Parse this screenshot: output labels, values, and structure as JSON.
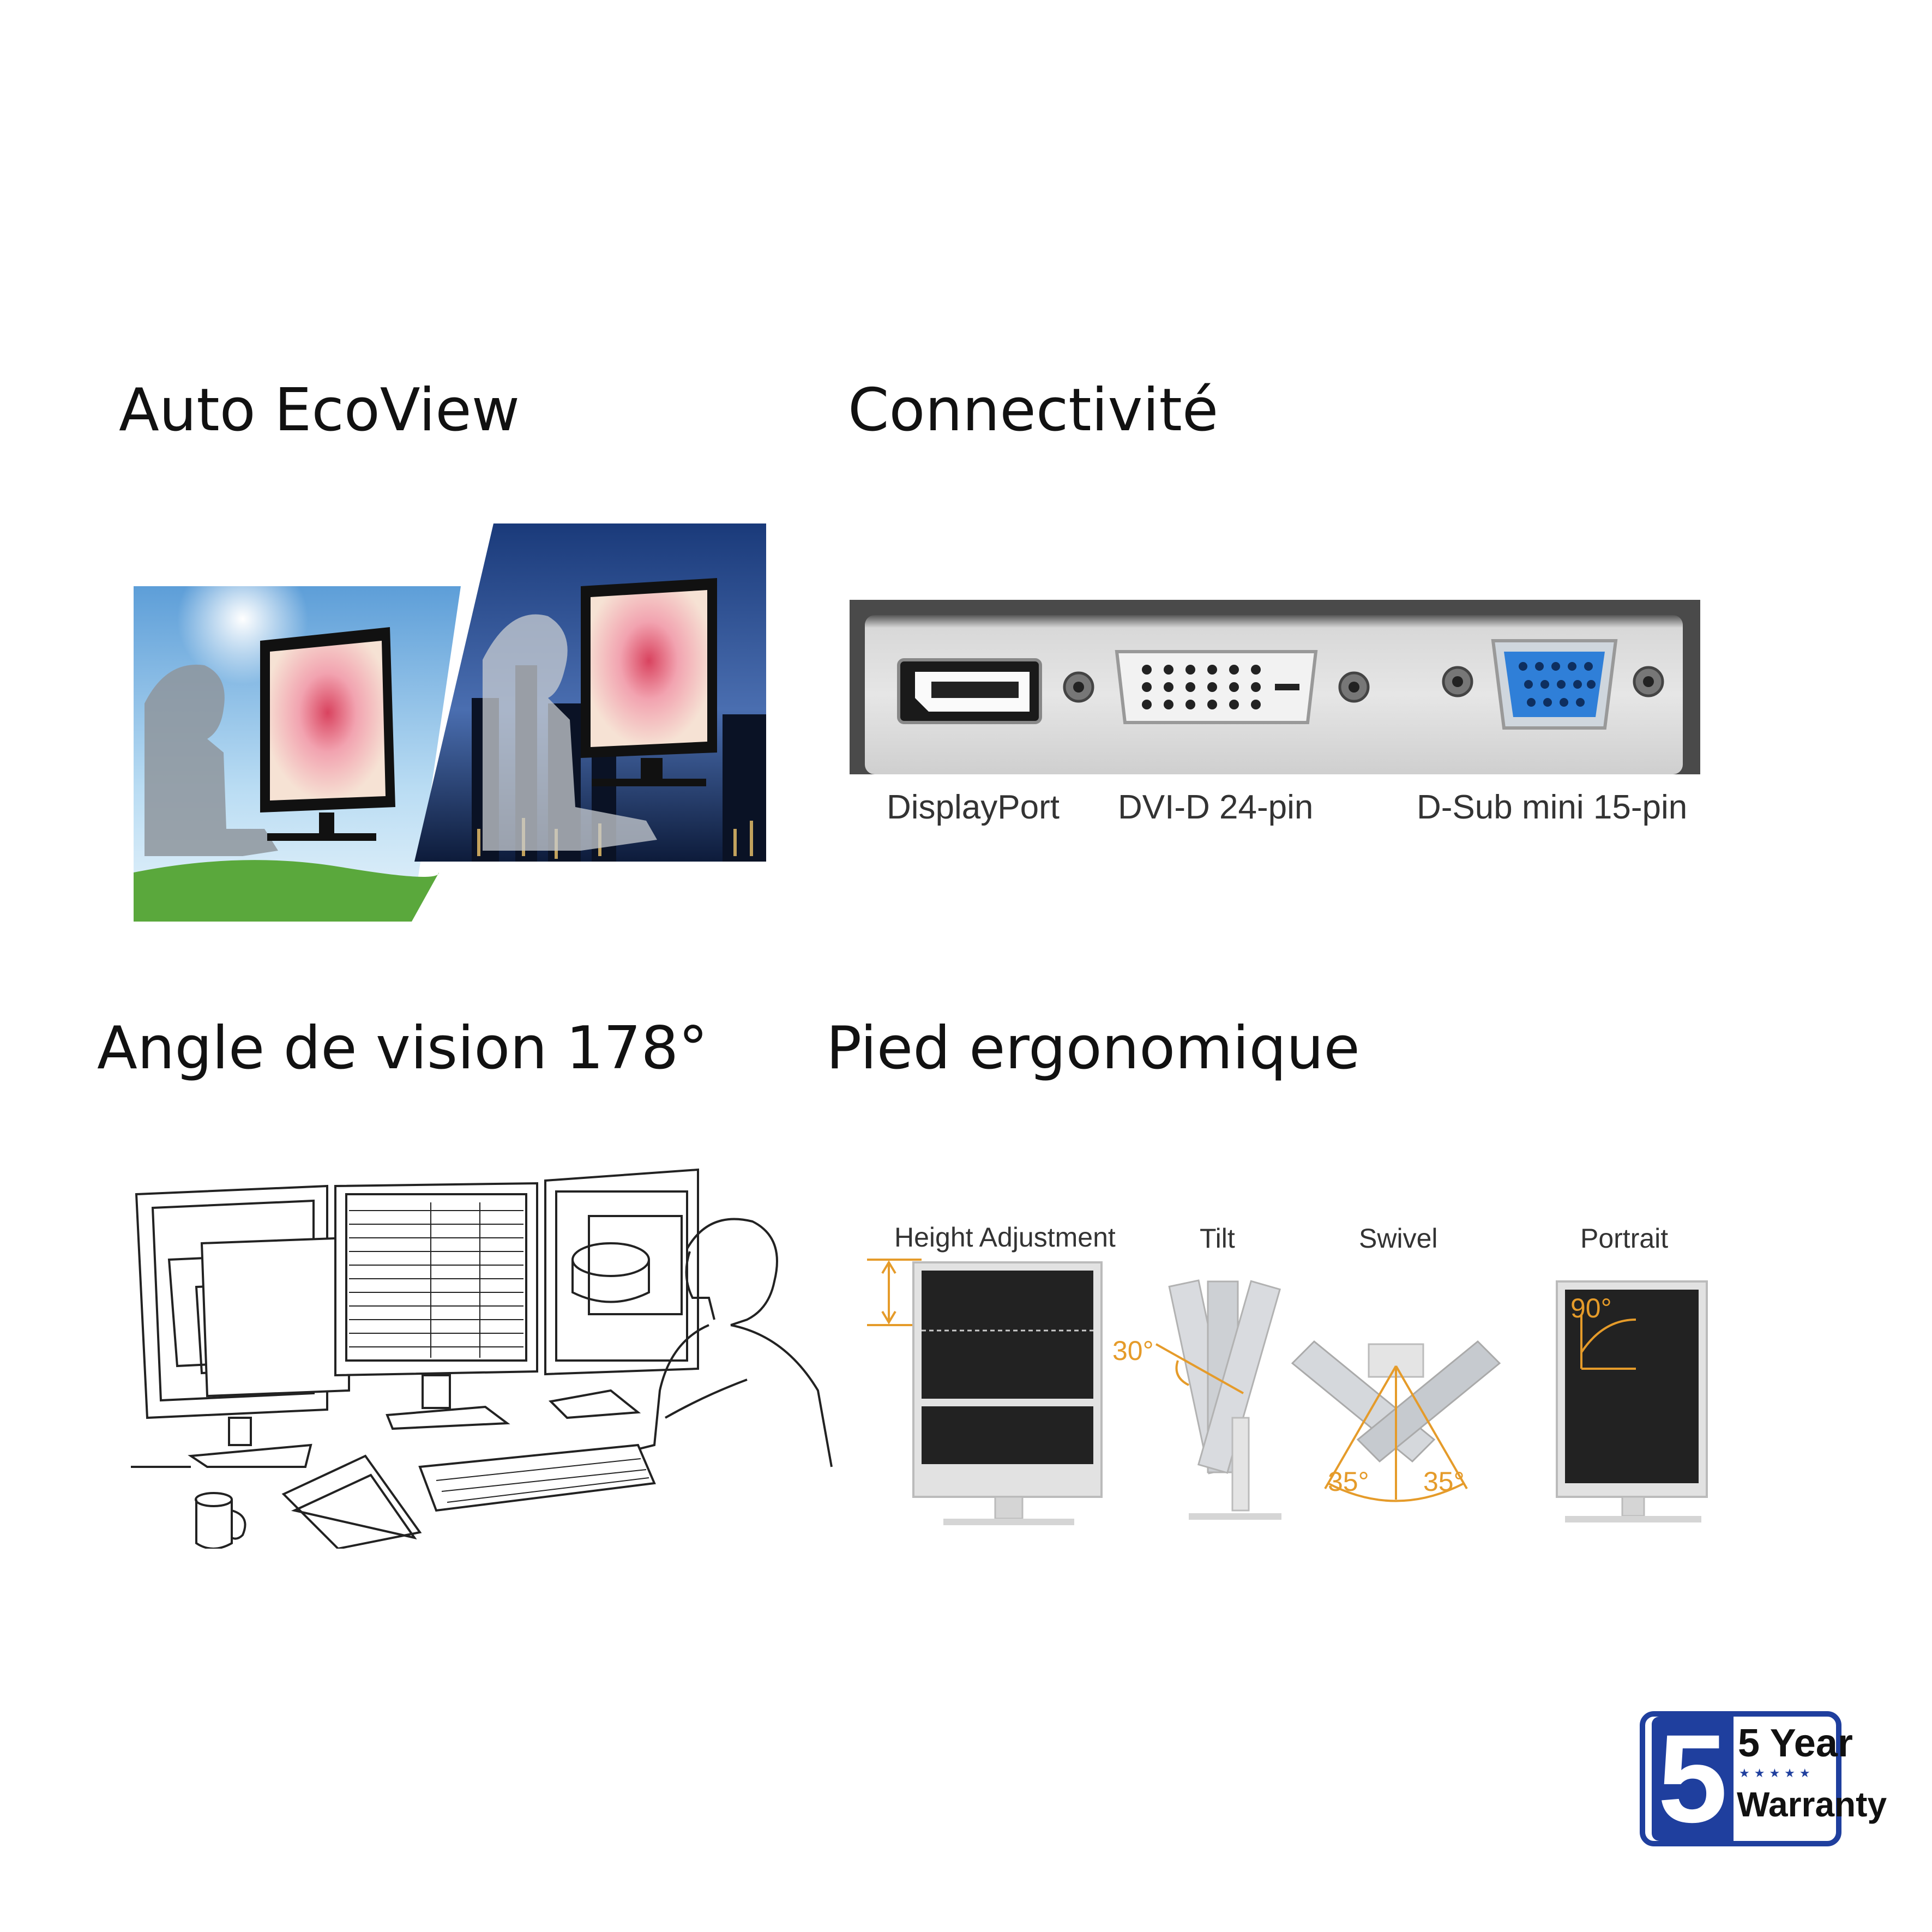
{
  "features": {
    "eco_title": "Auto EcoView",
    "connectivity_title": "Connectivité",
    "viewing_title": "Angle de vision 178°",
    "stand_title": "Pied ergonomique"
  },
  "ports": {
    "displayport": "DisplayPort",
    "dvi": "DVI-D 24-pin",
    "dsub": "D-Sub mini 15-pin"
  },
  "ergonomics": {
    "height": "Height Adjustment",
    "tilt": "Tilt",
    "swivel": "Swivel",
    "portrait": "Portrait",
    "tilt_angle": "30°",
    "swivel_left": "35°",
    "swivel_right": "35°",
    "portrait_angle": "90°"
  },
  "warranty": {
    "digit": "5",
    "line1": "5 Year",
    "stars": "★★★★★",
    "line2": "Warranty"
  },
  "colors": {
    "accent_orange": "#e59b2a",
    "warranty_blue": "#1f3f9e",
    "vga_blue": "#2f7fd8"
  }
}
